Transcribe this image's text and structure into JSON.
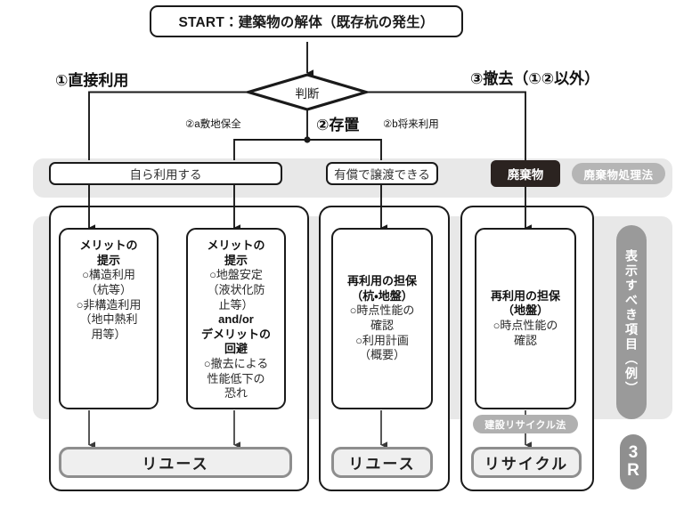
{
  "start": {
    "label": "START：建築物の解体（既存杭の発生）"
  },
  "decision": {
    "label": "判断"
  },
  "branches": {
    "left_title": "①直接利用",
    "mid_title": "②存置",
    "right_title": "③撤去（①②以外）",
    "sub_a": "②a敷地保全",
    "sub_b": "②b将来利用"
  },
  "conditions": [
    {
      "name": "self-use",
      "label": "自ら利用する"
    },
    {
      "name": "paid-transfer",
      "label": "有償で譲渡できる"
    },
    {
      "name": "waste",
      "label": "廃棄物"
    }
  ],
  "law_badges": {
    "waste_law": "廃棄物処理法",
    "construction_recycle_law": "建設リサイクル法"
  },
  "cards": [
    {
      "name": "merit-structural",
      "lines": [
        {
          "text": "メリットの",
          "bold": true
        },
        {
          "text": "提示",
          "bold": true
        },
        {
          "text": "○構造利用",
          "bold": false
        },
        {
          "text": "（杭等）",
          "bold": false
        },
        {
          "text": "○非構造利用",
          "bold": false
        },
        {
          "text": "（地中熱利",
          "bold": false
        },
        {
          "text": "用等）",
          "bold": false
        }
      ]
    },
    {
      "name": "merit-ground",
      "lines": [
        {
          "text": "メリットの",
          "bold": true
        },
        {
          "text": "提示",
          "bold": true
        },
        {
          "text": "○地盤安定",
          "bold": false
        },
        {
          "text": "（液状化防",
          "bold": false
        },
        {
          "text": "止等）",
          "bold": false
        },
        {
          "text": "and/or",
          "bold": true
        },
        {
          "text": "デメリットの",
          "bold": true
        },
        {
          "text": "回避",
          "bold": true
        },
        {
          "text": "○撤去による",
          "bold": false
        },
        {
          "text": "性能低下の",
          "bold": false
        },
        {
          "text": "恐れ",
          "bold": false
        }
      ]
    },
    {
      "name": "reuse-guarantee-pile-ground",
      "lines": [
        {
          "text": "再利用の担保",
          "bold": true
        },
        {
          "text": "（杭・地盤）",
          "bold": true
        },
        {
          "text": "○時点性能の",
          "bold": false
        },
        {
          "text": "確認",
          "bold": false
        },
        {
          "text": "○利用計画",
          "bold": false
        },
        {
          "text": "（概要）",
          "bold": false
        }
      ]
    },
    {
      "name": "reuse-guarantee-ground",
      "lines": [
        {
          "text": "再利用の担保",
          "bold": true
        },
        {
          "text": "（地盤）",
          "bold": true
        },
        {
          "text": "○時点性能の",
          "bold": false
        },
        {
          "text": "確認",
          "bold": false
        }
      ]
    }
  ],
  "outcomes": [
    {
      "name": "reuse-left",
      "label": "リユース"
    },
    {
      "name": "reuse-mid",
      "label": "リユース"
    },
    {
      "name": "recycle-right",
      "label": "リサイクル"
    }
  ],
  "side": {
    "vertical_label": "表示すべき項目（例）",
    "three_r_top": "3",
    "three_r_bottom": "R"
  },
  "colors": {
    "line": "#1a1a1a",
    "gray_band": "#e8e8e8",
    "pill_gray": "#b5b5b5",
    "dark_box": "#2b2320",
    "outcome_border": "#8e8e8e",
    "outcome_fill": "#efefef"
  }
}
